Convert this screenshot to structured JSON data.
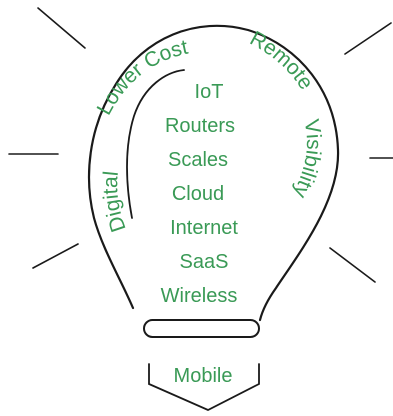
{
  "colors": {
    "text": "#3a9a56",
    "line": "#1a1a1a",
    "background": "#ffffff"
  },
  "arcs": {
    "left_lower": "Digital",
    "left_upper": "Lower Cost",
    "right_upper": "Remote",
    "right_lower": "Visibility"
  },
  "items": [
    "IoT",
    "Routers",
    "Scales",
    "Cloud",
    "Internet",
    "SaaS",
    "Wireless"
  ],
  "base_label": "Mobile"
}
